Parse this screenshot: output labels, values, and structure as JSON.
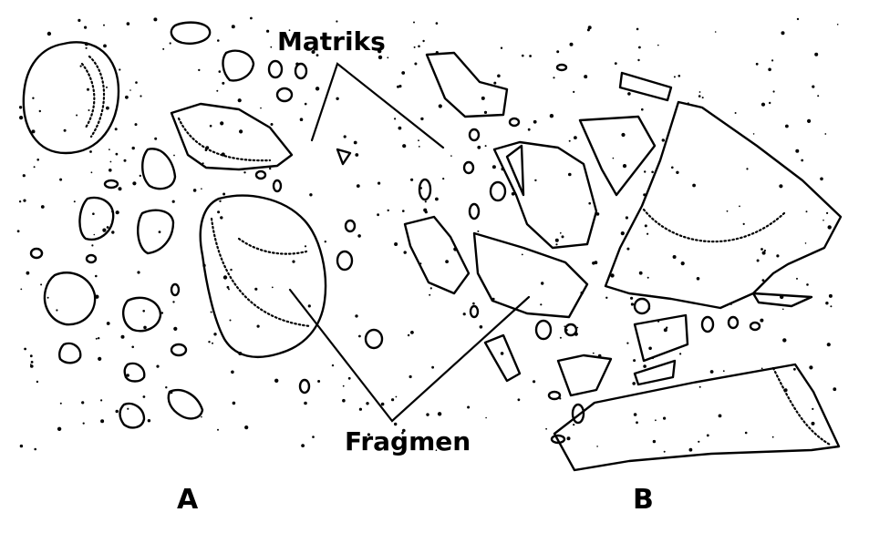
{
  "labels": {
    "matrix": "Matriks",
    "fragment": "Fragmen",
    "panel_a": "A",
    "panel_b": "B"
  },
  "colors": {
    "ink": "#000000",
    "background": "#ffffff"
  }
}
